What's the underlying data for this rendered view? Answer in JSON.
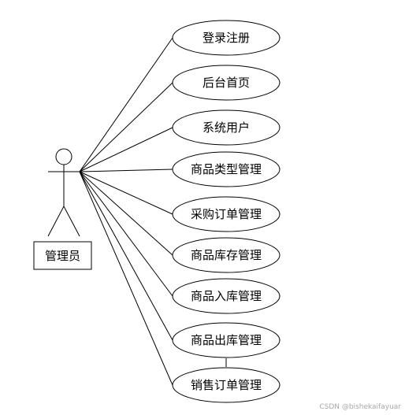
{
  "diagram": {
    "type": "use-case",
    "actor": {
      "label": "管理员"
    },
    "use_cases": [
      {
        "label": "登录注册"
      },
      {
        "label": "后台首页"
      },
      {
        "label": "系统用户"
      },
      {
        "label": "商品类型管理"
      },
      {
        "label": "采购订单管理"
      },
      {
        "label": "商品库存管理"
      },
      {
        "label": "商品入库管理"
      },
      {
        "label": "商品出库管理"
      },
      {
        "label": "销售订单管理"
      }
    ],
    "colors": {
      "stroke": "#000000",
      "background": "#ffffff",
      "watermark": "#a8a8a8"
    }
  },
  "watermark": "CSDN @bishekaifayuar"
}
